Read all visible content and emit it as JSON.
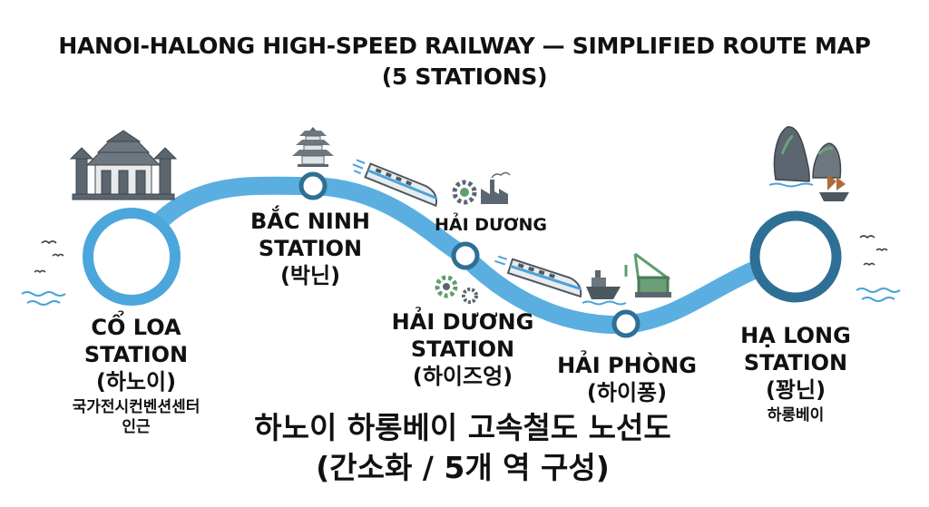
{
  "title": {
    "line1": "HANOI-HALONG HIGH-SPEED RAILWAY — SIMPLIFIED ROUTE MAP",
    "line2": "(5 STATIONS)"
  },
  "stations": [
    {
      "id": "co-loa",
      "line1": "CỔ LOA",
      "line2": "STATION",
      "line3": "(하노이)",
      "note1": "국가전시컨벤션센터",
      "note2": "인근"
    },
    {
      "id": "bac-ninh",
      "line1": "BẮC NINH",
      "line2": "STATION",
      "line3": "(박닌)"
    },
    {
      "id": "hai-duong",
      "line1": "HẢI DƯƠNG",
      "line2": "STATION",
      "line3": "(하이즈엉)",
      "top_label": "HẢI DƯƠNG"
    },
    {
      "id": "hai-phong",
      "line1": "HẢI PHÒNG",
      "line2": "(하이퐁)"
    },
    {
      "id": "ha-long",
      "line1": "HẠ LONG",
      "line2": "STATION",
      "line3": "(꽝닌)",
      "note1": "하롱베이"
    }
  ],
  "bottom_title": {
    "line1": "하노이 하롱베이 고속철도 노선도",
    "line2": "(간소화 / 5개 역 구성)"
  },
  "colors": {
    "track": "#5aafe0",
    "station_ring": "#2e6f96",
    "station_fill": "#ffffff",
    "icon_gray": "#5b6670",
    "icon_green": "#5f9e6e",
    "water": "#4aa3d8"
  },
  "icons": [
    "temple-icon",
    "pagoda-icon",
    "train-icon",
    "gear-icon",
    "factory-icon",
    "crane-icon",
    "ship-icon",
    "karst-icon",
    "junk-boat-icon",
    "bird-icon",
    "wave-icon"
  ]
}
